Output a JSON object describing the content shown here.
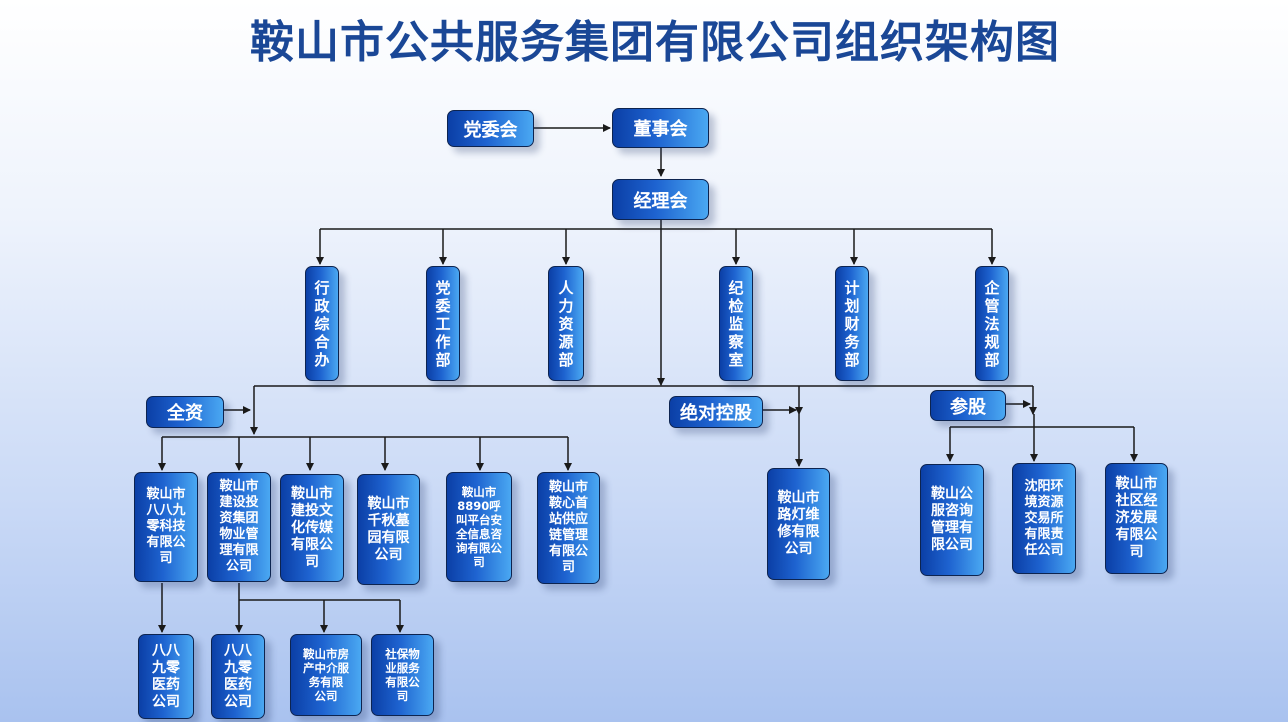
{
  "title": "鞍山市公共服务集团有限公司组织架构图",
  "top": {
    "party_committee": "党委会",
    "board": "董事会",
    "managers": "经理会"
  },
  "departments": [
    "行\n政\n综\n合\n办",
    "党\n委\n工\n作\n部",
    "人\n力\n资\n源\n部",
    "纪\n检\n监\n察\n室",
    "计\n划\n财\n务\n部",
    "企\n管\n法\n规\n部"
  ],
  "groups": {
    "wholly_owned": "全资",
    "absolute_holding": "绝对控股",
    "equity_participation": "参股"
  },
  "wholly_owned_companies": [
    "鞍山市\n八八九\n零科技\n有限公\n司",
    "鞍山市\n建设投\n资集团\n物业管\n理有限\n公司",
    "鞍山市\n建投文\n化传媒\n有限公\n司",
    "鞍山市\n千秋墓\n园有限\n公司",
    "鞍山市\n8890呼\n叫平台安\n全信息咨\n询有限公\n司",
    "鞍山市\n鞍心首\n站供应\n链管理\n有限公\n司"
  ],
  "holding_companies": [
    "鞍山市\n路灯维\n修有限\n公司"
  ],
  "participation_companies": [
    "鞍山公\n服咨询\n管理有\n限公司",
    "沈阳环\n境资源\n交易所\n有限责\n任公司",
    "鞍山市\n社区经\n济发展\n有限公\n司"
  ],
  "subsidiaries": [
    "八八\n九零\n医药\n公司",
    "八八\n九零\n医药\n公司",
    "鞍山市房\n产中介服\n务有限\n公司",
    "社保物\n业服务\n有限公\n司"
  ],
  "colors": {
    "title": "#1a4796",
    "box_dark": "#0b3fa6",
    "box_light": "#4aa8f2",
    "line": "#1a1a1a"
  }
}
